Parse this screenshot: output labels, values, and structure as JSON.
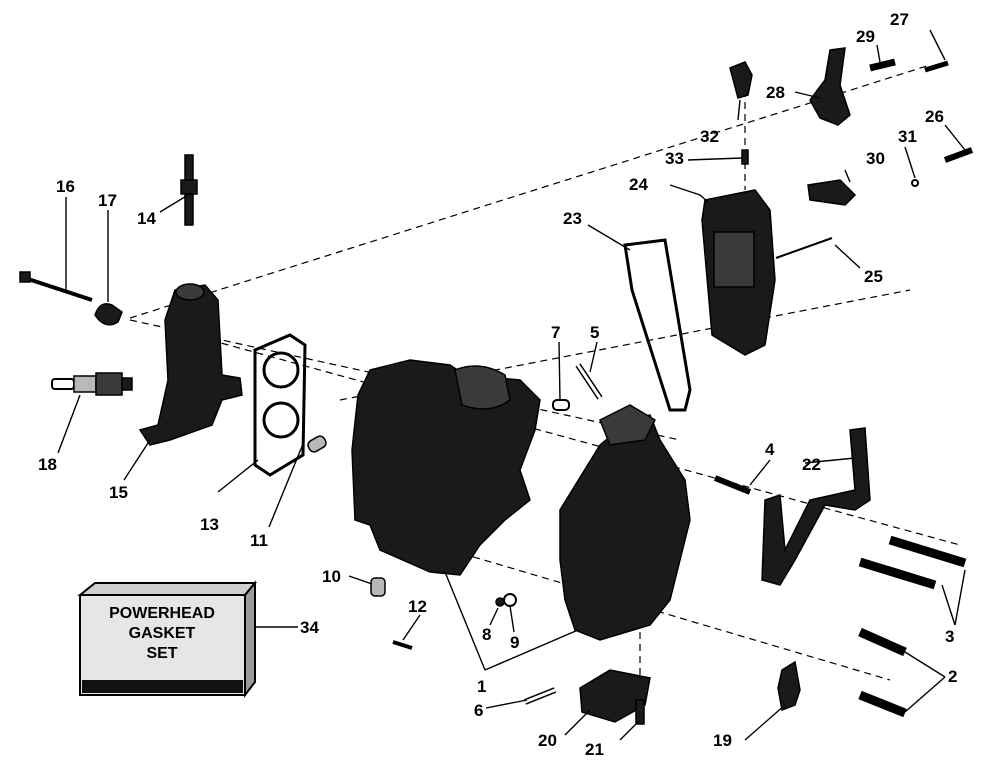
{
  "gasket_box": {
    "lines": [
      "POWERHEAD",
      "GASKET",
      "SET"
    ],
    "number": "34"
  },
  "callouts": [
    "1",
    "2",
    "3",
    "4",
    "5",
    "6",
    "7",
    "8",
    "9",
    "10",
    "11",
    "12",
    "13",
    "14",
    "15",
    "16",
    "17",
    "18",
    "19",
    "20",
    "21",
    "22",
    "23",
    "24",
    "25",
    "26",
    "27",
    "28",
    "29",
    "30",
    "31",
    "32",
    "33"
  ]
}
